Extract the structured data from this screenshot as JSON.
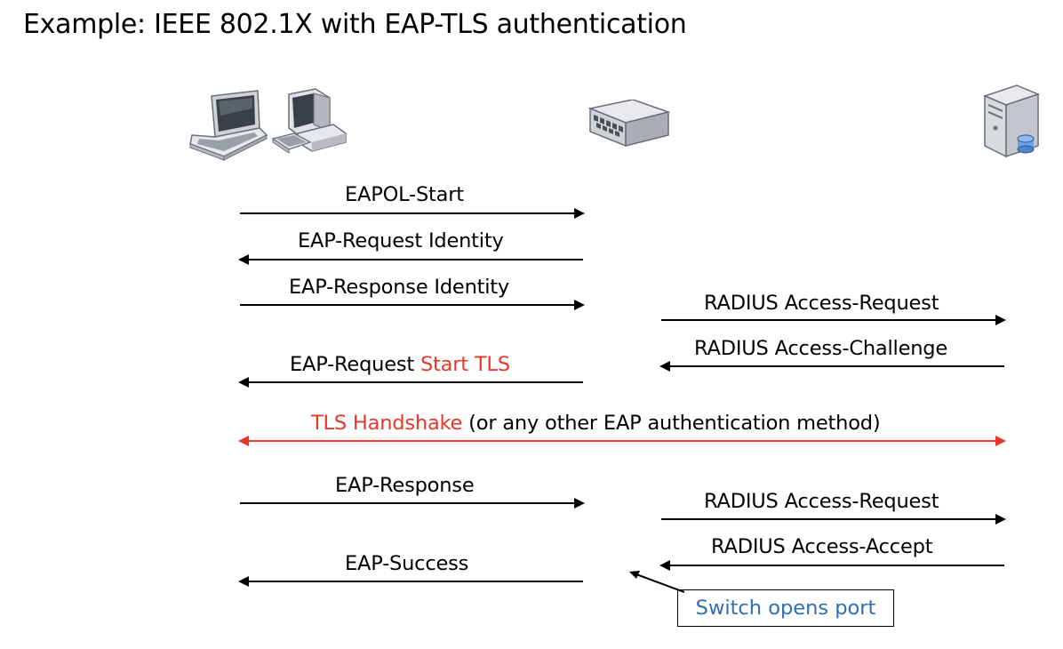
{
  "title": "Example: IEEE 802.1X with EAP-TLS authentication",
  "icons": {
    "supplicant_laptop": "laptop-icon",
    "supplicant_desktop": "desktop-computer-icon",
    "authenticator": "network-switch-icon",
    "auth_server": "server-icon"
  },
  "colors": {
    "highlight": "#e8372a",
    "callout_text": "#2f6eb4"
  },
  "messages": {
    "eapol_start": "EAPOL-Start",
    "eap_request_identity": "EAP-Request Identity",
    "eap_response_identity": "EAP-Response Identity",
    "radius_access_request_1": "RADIUS Access-Request",
    "radius_access_challenge": "RADIUS Access-Challenge",
    "eap_request_start_tls_prefix": "EAP-Request ",
    "eap_request_start_tls_highlight": "Start TLS",
    "tls_handshake_highlight": "TLS Handshake",
    "tls_handshake_rest": " (or any other EAP authentication method)",
    "eap_response": "EAP-Response",
    "radius_access_request_2": "RADIUS Access-Request",
    "radius_access_accept": "RADIUS Access-Accept",
    "eap_success": "EAP-Success"
  },
  "callout": {
    "text": "Switch opens port"
  }
}
